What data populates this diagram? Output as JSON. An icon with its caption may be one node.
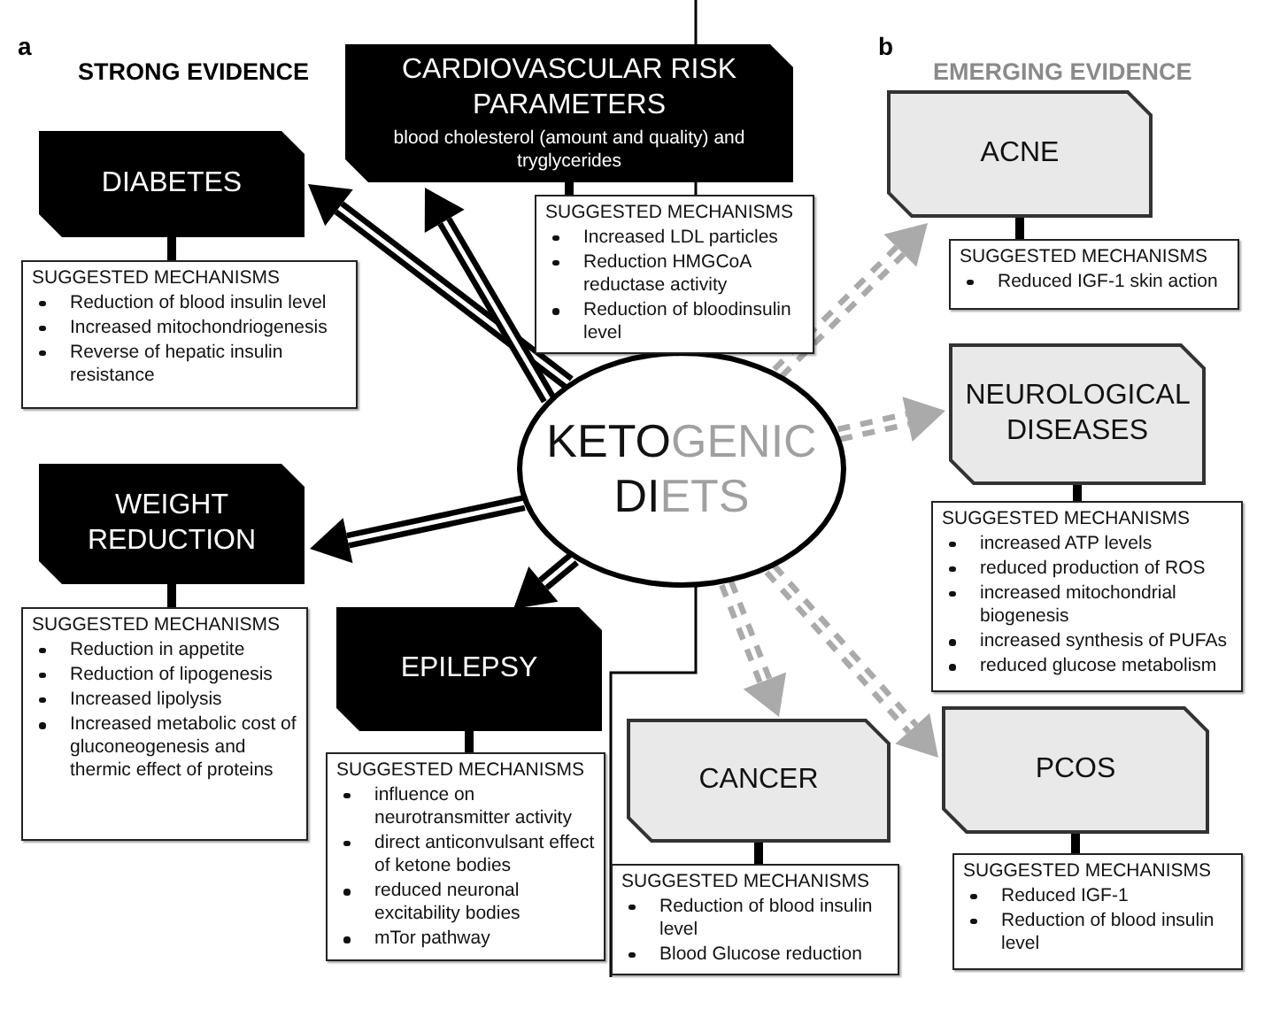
{
  "diagram": {
    "nodes": [
      {
        "text": [
          "KETOGENIC DIETS"
        ]
      },
      {
        "text": [
          "DIABETES"
        ]
      },
      {
        "text": [
          "SUGGESTED MECHANISMS",
          "Reduction of blood insulin level",
          "Increased mitochondriogenesis",
          "Reverse of hepatic insulin resistance"
        ]
      },
      {
        "text": [
          "CARDIOVASCULAR RISK PARAMETERS",
          "blood cholesterol (amount and quality) and tryglycerides"
        ]
      },
      {
        "text": [
          "SUGGESTED MECHANISMS",
          "Increased LDL particles",
          "Reduction HMGCoA reductase activity",
          "Reduction of bloodinsulin level"
        ]
      },
      {
        "text": [
          "WEIGHT REDUCTION"
        ]
      },
      {
        "text": [
          "SUGGESTED MECHANISMS",
          "Reduction in appetite",
          "Reduction of lipogenesis",
          "Increased lipolysis",
          "Increased metabolic cost of gluconeogenesis and thermic effect of proteins"
        ]
      },
      {
        "text": [
          "EPILEPSY"
        ]
      },
      {
        "text": [
          "SUGGESTED MECHANISMS",
          "influence on neurotransmitter activity",
          "direct anticonvulsant effect of ketone bodies",
          "reduced neuronal excitability bodies",
          "mTor pathway"
        ]
      },
      {
        "text": [
          "ACNE"
        ]
      },
      {
        "text": [
          "SUGGESTED MECHANISMS",
          "Reduced IGF-1 skin action"
        ]
      },
      {
        "text": [
          "NEUROLOGICAL DISEASES"
        ]
      },
      {
        "text": [
          "SUGGESTED MECHANISMS",
          "increased ATP levels",
          "reduced production of ROS",
          "increased mitochondrial biogenesis",
          "increased synthesis of PUFAs",
          "reduced glucose metabolism"
        ]
      },
      {
        "text": [
          "CANCER"
        ]
      },
      {
        "text": [
          "SUGGESTED MECHANISMS",
          "Reduction of blood insulin level",
          "Blood Glucose reduction"
        ]
      },
      {
        "text": [
          "PCOS"
        ]
      },
      {
        "text": [
          "SUGGESTED MECHANISMS",
          "Reduced IGF-1",
          "Reduction of blood insulin level"
        ]
      }
    ],
    "edges": [
      {
        "from": 0,
        "to": 1,
        "arrow": "to",
        "style": "thick"
      },
      {
        "from": 0,
        "to": 3,
        "arrow": "to",
        "style": "thick"
      },
      {
        "from": 0,
        "to": 5,
        "arrow": "to",
        "style": "thick"
      },
      {
        "from": 0,
        "to": 7,
        "arrow": "to",
        "style": "thick"
      },
      {
        "from": 0,
        "to": 9,
        "arrow": "to",
        "style": "dashed",
        "color": "#aaaaaa"
      },
      {
        "from": 0,
        "to": 11,
        "arrow": "to",
        "style": "dashed",
        "color": "#aaaaaa"
      },
      {
        "from": 0,
        "to": 13,
        "arrow": "to",
        "style": "dashed",
        "color": "#aaaaaa"
      },
      {
        "from": 0,
        "to": 15,
        "arrow": "to",
        "style": "dashed",
        "color": "#aaaaaa"
      },
      {
        "from": 1,
        "to": 2,
        "arrow": "none"
      },
      {
        "from": 3,
        "to": 4,
        "arrow": "none"
      },
      {
        "from": 5,
        "to": 6,
        "arrow": "none"
      },
      {
        "from": 7,
        "to": 8,
        "arrow": "none"
      },
      {
        "from": 9,
        "to": 10,
        "arrow": "none"
      },
      {
        "from": 11,
        "to": 12,
        "arrow": "none"
      },
      {
        "from": 13,
        "to": 14,
        "arrow": "none"
      },
      {
        "from": 15,
        "to": 16,
        "arrow": "none"
      }
    ],
    "labels": [
      "a",
      "STRONG EVIDENCE",
      "b",
      "EMERGING EVIDENCE"
    ]
  }
}
